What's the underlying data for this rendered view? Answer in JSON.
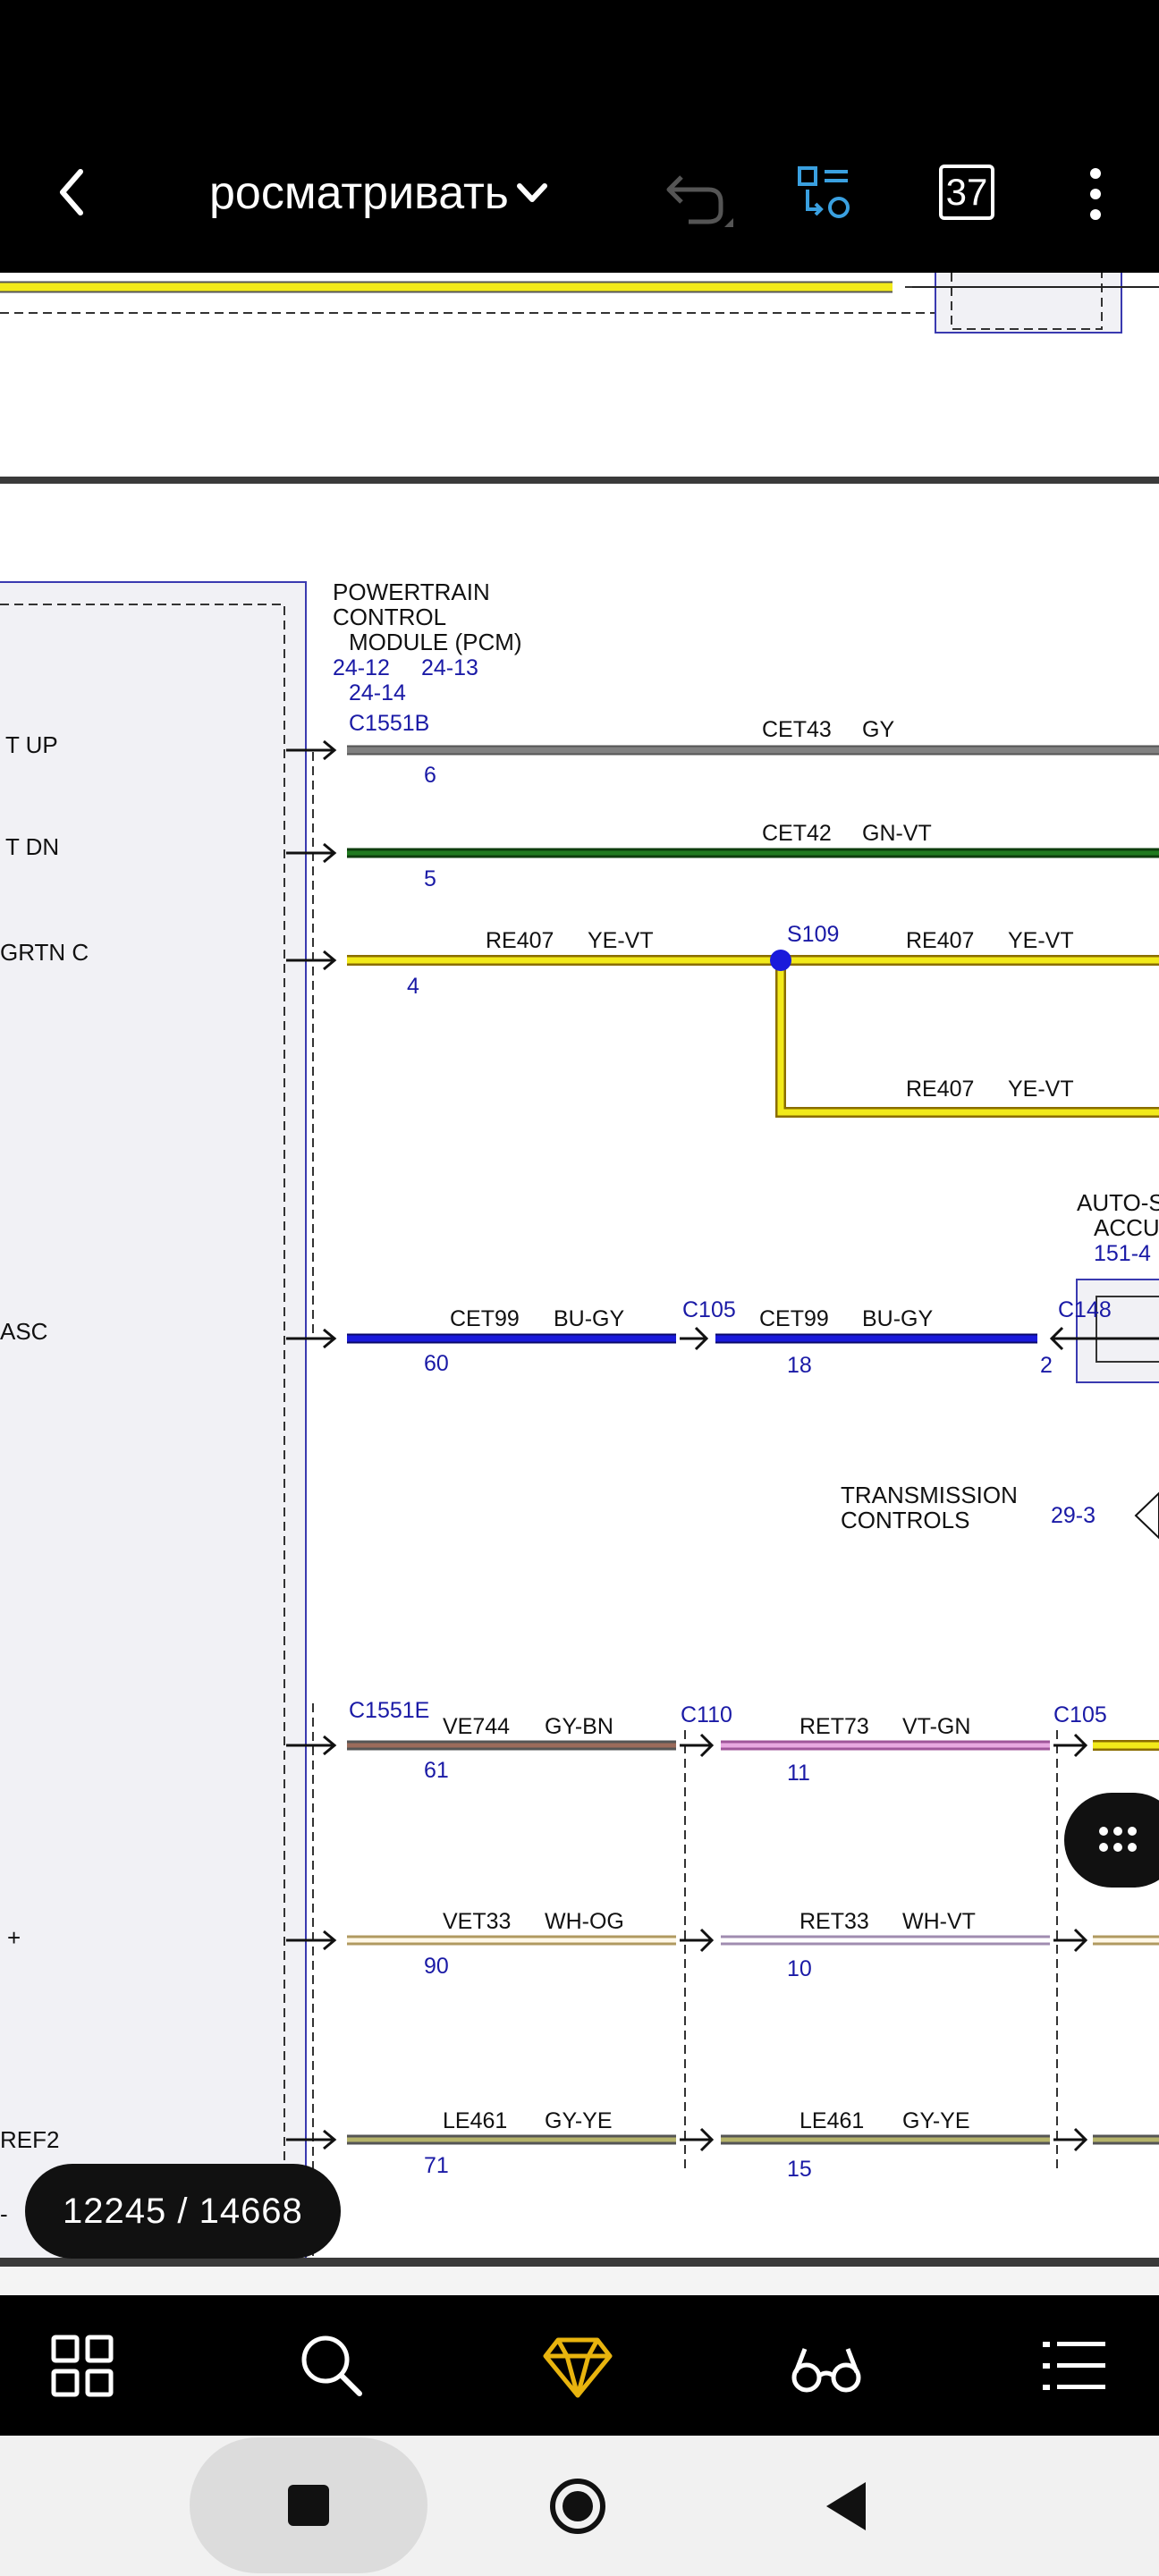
{
  "app": {
    "title": "росматривать",
    "page_badge": "37",
    "page_counter": "12245 / 14668"
  },
  "diagram": {
    "module_title_1": "POWERTRAIN",
    "module_title_2": "CONTROL",
    "module_title_3": "MODULE (PCM)",
    "ref_1": "24-12",
    "ref_2": "24-13",
    "ref_3": "24-14",
    "conn_c1551b": "C1551B",
    "conn_c1551e": "C1551E",
    "left_labels": [
      "T UP",
      "T DN",
      "GRTN C",
      "ASC",
      "+",
      "REF2",
      "-"
    ],
    "wires": [
      {
        "circuit": "CET43",
        "color": "GY",
        "pin": "6"
      },
      {
        "circuit": "CET42",
        "color": "GN-VT",
        "pin": "5"
      },
      {
        "circuit": "RE407",
        "color": "YE-VT",
        "pin": "4"
      },
      {
        "circuit": "RE407",
        "color": "YE-VT"
      },
      {
        "circuit": "RE407",
        "color": "YE-VT"
      }
    ],
    "splice": "S109",
    "cet99_left": {
      "circuit": "CET99",
      "color": "BU-GY",
      "pin": "60"
    },
    "c105": "C105",
    "cet99_right": {
      "circuit": "CET99",
      "color": "BU-GY",
      "pin": "18"
    },
    "c148": "C148",
    "c148_pin": "2",
    "auto_label_1": "AUTO-S",
    "auto_label_2": "ACCU",
    "auto_ref": "151-4",
    "trans_label_1": "TRANSMISSION",
    "trans_label_2": "CONTROLS",
    "trans_ref": "29-3",
    "row_ve744": {
      "circuit": "VE744",
      "color": "GY-BN",
      "pin": "61"
    },
    "c110": "C110",
    "row_ret73": {
      "circuit": "RET73",
      "color": "VT-GN",
      "pin": "11"
    },
    "c105b": "C105",
    "row_vet33": {
      "circuit": "VET33",
      "color": "WH-OG",
      "pin": "90"
    },
    "row_ret33": {
      "circuit": "RET33",
      "color": "WH-VT",
      "pin": "10"
    },
    "row_le461a": {
      "circuit": "LE461",
      "color": "GY-YE",
      "pin": "71"
    },
    "row_le461b": {
      "circuit": "LE461",
      "color": "GY-YE",
      "pin": "15"
    }
  },
  "colors": {
    "wire_gray": "#808080",
    "wire_green": "#1f6b1f",
    "wire_yellow": "#f2ea1a",
    "wire_blue": "#1a1adb",
    "label_blue": "#1a1aa6",
    "accent_yellow": "#e8b40e",
    "accent_blue": "#3aa0e0"
  },
  "icons": {
    "back": "back-arrow-icon",
    "dropdown": "chevron-down-icon",
    "undo": "undo-icon",
    "outline": "outline-icon",
    "more": "more-vertical-icon",
    "grid": "grid-icon",
    "search": "search-icon",
    "premium": "diamond-icon",
    "reading": "glasses-icon",
    "list": "list-icon"
  }
}
